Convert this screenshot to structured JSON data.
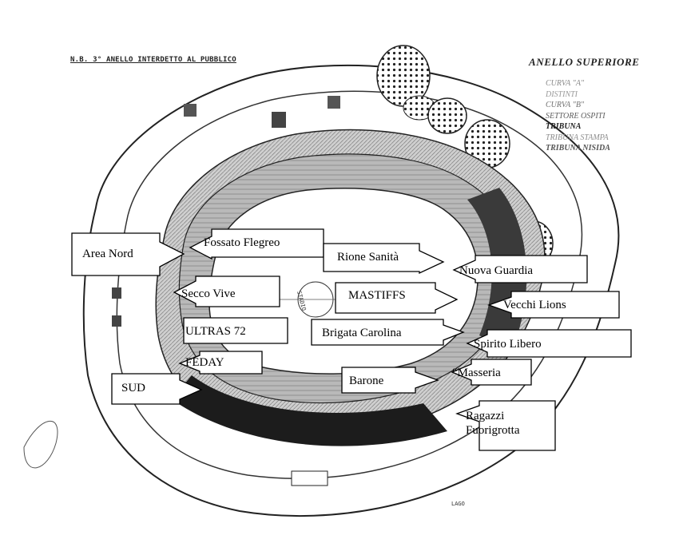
{
  "header": {
    "note": "N.B. 3° ANELLO INTERDETTO AL PUBBLICO",
    "title": "ANELLO SUPERIORE"
  },
  "legend": [
    {
      "label": "CURVA \"A\"",
      "color": "#8a8a8a"
    },
    {
      "label": "DISTINTI",
      "color": "#9a9a9a"
    },
    {
      "label": "CURVA \"B\"",
      "color": "#6f6f6f"
    },
    {
      "label": "SETTORE OSPITI",
      "color": "#5d5d5d"
    },
    {
      "label": "TRIBUNA",
      "color": "#222222"
    },
    {
      "label": "TRIBUNA STAMPA",
      "color": "#8d8d8d"
    },
    {
      "label": "TRIBUNA NISIDA",
      "color": "#555555"
    }
  ],
  "field_label": "STADIO",
  "bottom_label": "LAGO",
  "groups": [
    {
      "label": "Area Nord",
      "name": "label-area-nord"
    },
    {
      "label": "Fossato Flegreo",
      "name": "label-fossato-flegreo"
    },
    {
      "label": "Rione Sanità",
      "name": "label-rione-sanita"
    },
    {
      "label": "Nuova Guardia",
      "name": "label-nuova-guardia"
    },
    {
      "label": "Secco Vive",
      "name": "label-secco-vive"
    },
    {
      "label": "MASTIFFS",
      "name": "label-mastiffs"
    },
    {
      "label": "Vecchi Lions",
      "name": "label-vecchi-lions"
    },
    {
      "label": "ULTRAS 72",
      "name": "label-ultras-72"
    },
    {
      "label": "Brigata Carolina",
      "name": "label-brigata-carolina"
    },
    {
      "label": "Spirito Libero",
      "name": "label-spirito-libero"
    },
    {
      "label": "FEDAY",
      "name": "label-feday"
    },
    {
      "label": "Barone",
      "name": "label-barone"
    },
    {
      "label": "“Masseria",
      "name": "label-masseria"
    },
    {
      "label": "SUD",
      "name": "label-sud"
    },
    {
      "label": "Ragazzi",
      "name": "label-ragazzi"
    },
    {
      "label": "Fuorigrotta",
      "name": "label-fuorigrotta"
    }
  ]
}
